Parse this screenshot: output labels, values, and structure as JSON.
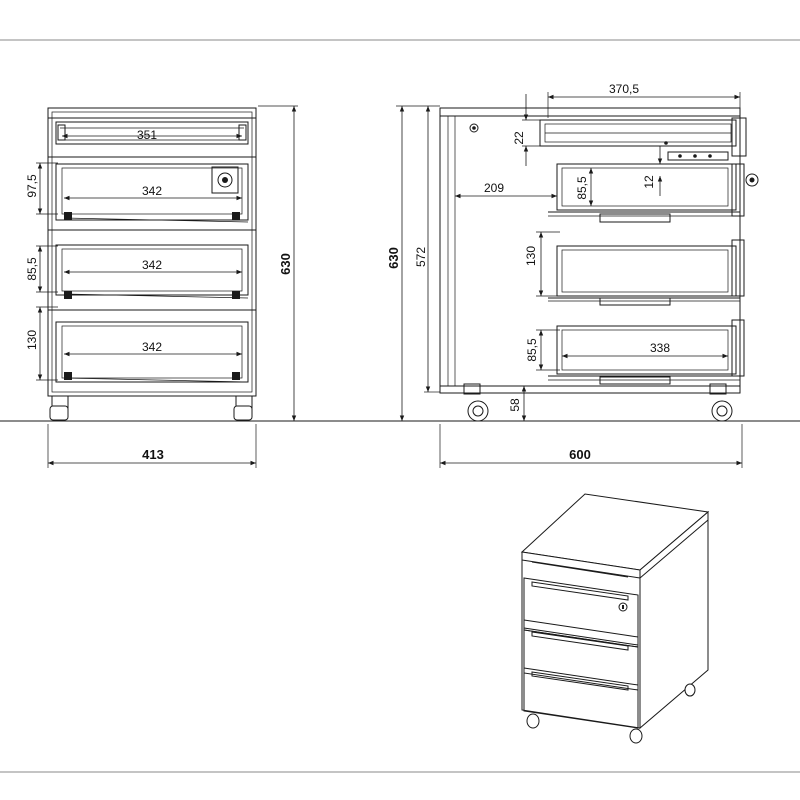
{
  "front_view": {
    "drawer_top_width": "351",
    "drawer_width_1": "342",
    "drawer_width_2": "342",
    "drawer_width_3": "342",
    "drawer_height_1": "97,5",
    "drawer_height_2": "85,5",
    "drawer_height_3": "130",
    "total_height": "630",
    "total_width": "413"
  },
  "side_view": {
    "top_depth": "370,5",
    "top_height": "22",
    "inner_offset": "209",
    "gap": "12",
    "drawer_height_1": "85,5",
    "drawer_height_2": "130",
    "drawer_height_3": "85,5",
    "drawer_depth": "338",
    "total_height": "630",
    "body_height": "572",
    "plinth_height": "58",
    "total_depth": "600"
  }
}
